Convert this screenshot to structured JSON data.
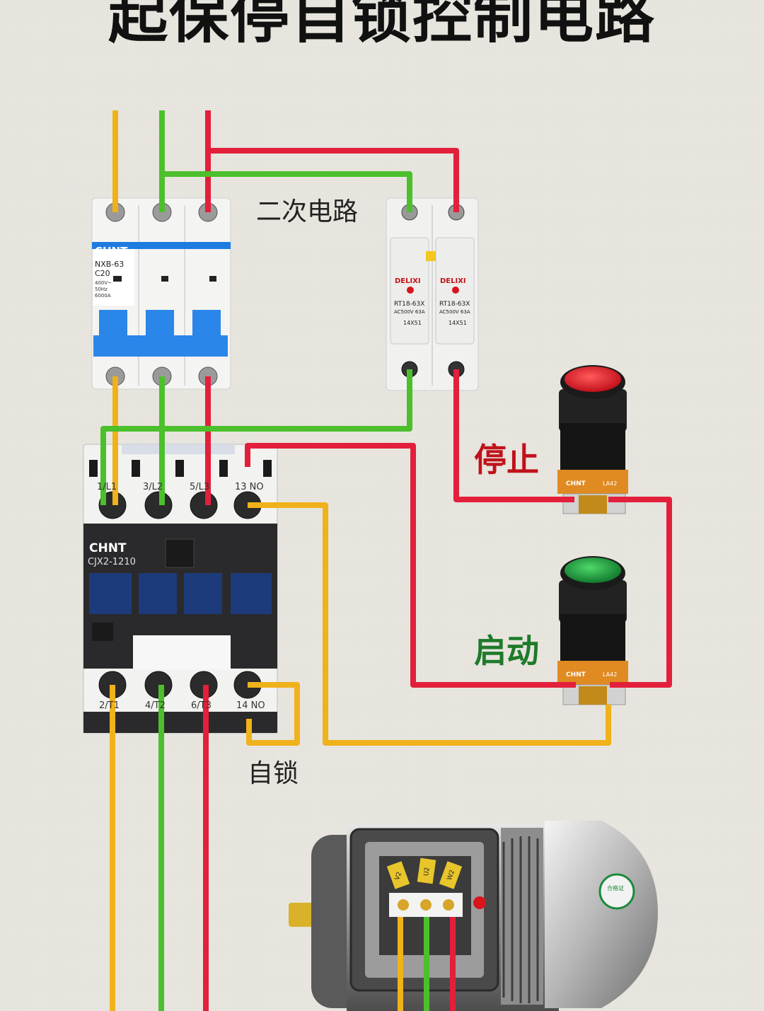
{
  "title": "起保停自锁控制电路",
  "labels": {
    "secondary_circuit": "二次电路",
    "stop": "停止",
    "start": "启动",
    "self_lock": "自锁"
  },
  "breaker": {
    "brand": "CHNT",
    "model": "NXB-63",
    "rating": "C20",
    "specs": [
      "400V~",
      "50Hz",
      "6000A"
    ]
  },
  "fuses": [
    {
      "brand": "DELIXI",
      "model": "RT18-63X",
      "rating": "AC500V 63A",
      "size": "14X51"
    },
    {
      "brand": "DELIXI",
      "model": "RT18-63X",
      "rating": "AC500V 63A",
      "size": "14X51"
    }
  ],
  "contactor": {
    "brand": "CHNT",
    "model": "CJX2-1210",
    "top_terminals": [
      "1/L1",
      "3/L2",
      "5/L3",
      "13 NO"
    ],
    "bottom_terminals": [
      "2/T1",
      "4/T2",
      "6/T3",
      "14 NO"
    ]
  },
  "buttons": [
    {
      "role": "stop",
      "cap_color": "#d8141d",
      "brand": "CHNT",
      "model": "LA42"
    },
    {
      "role": "start",
      "cap_color": "#1a9a3a",
      "brand": "CHNT",
      "model": "LA42"
    }
  ],
  "motor": {
    "terminal_tags": [
      "V2",
      "U2",
      "W2"
    ],
    "nameplate": "合格证"
  },
  "wire_colors": {
    "phase_a": "#f0b21a",
    "phase_b": "#4cbf2c",
    "phase_c": "#e2203c"
  }
}
